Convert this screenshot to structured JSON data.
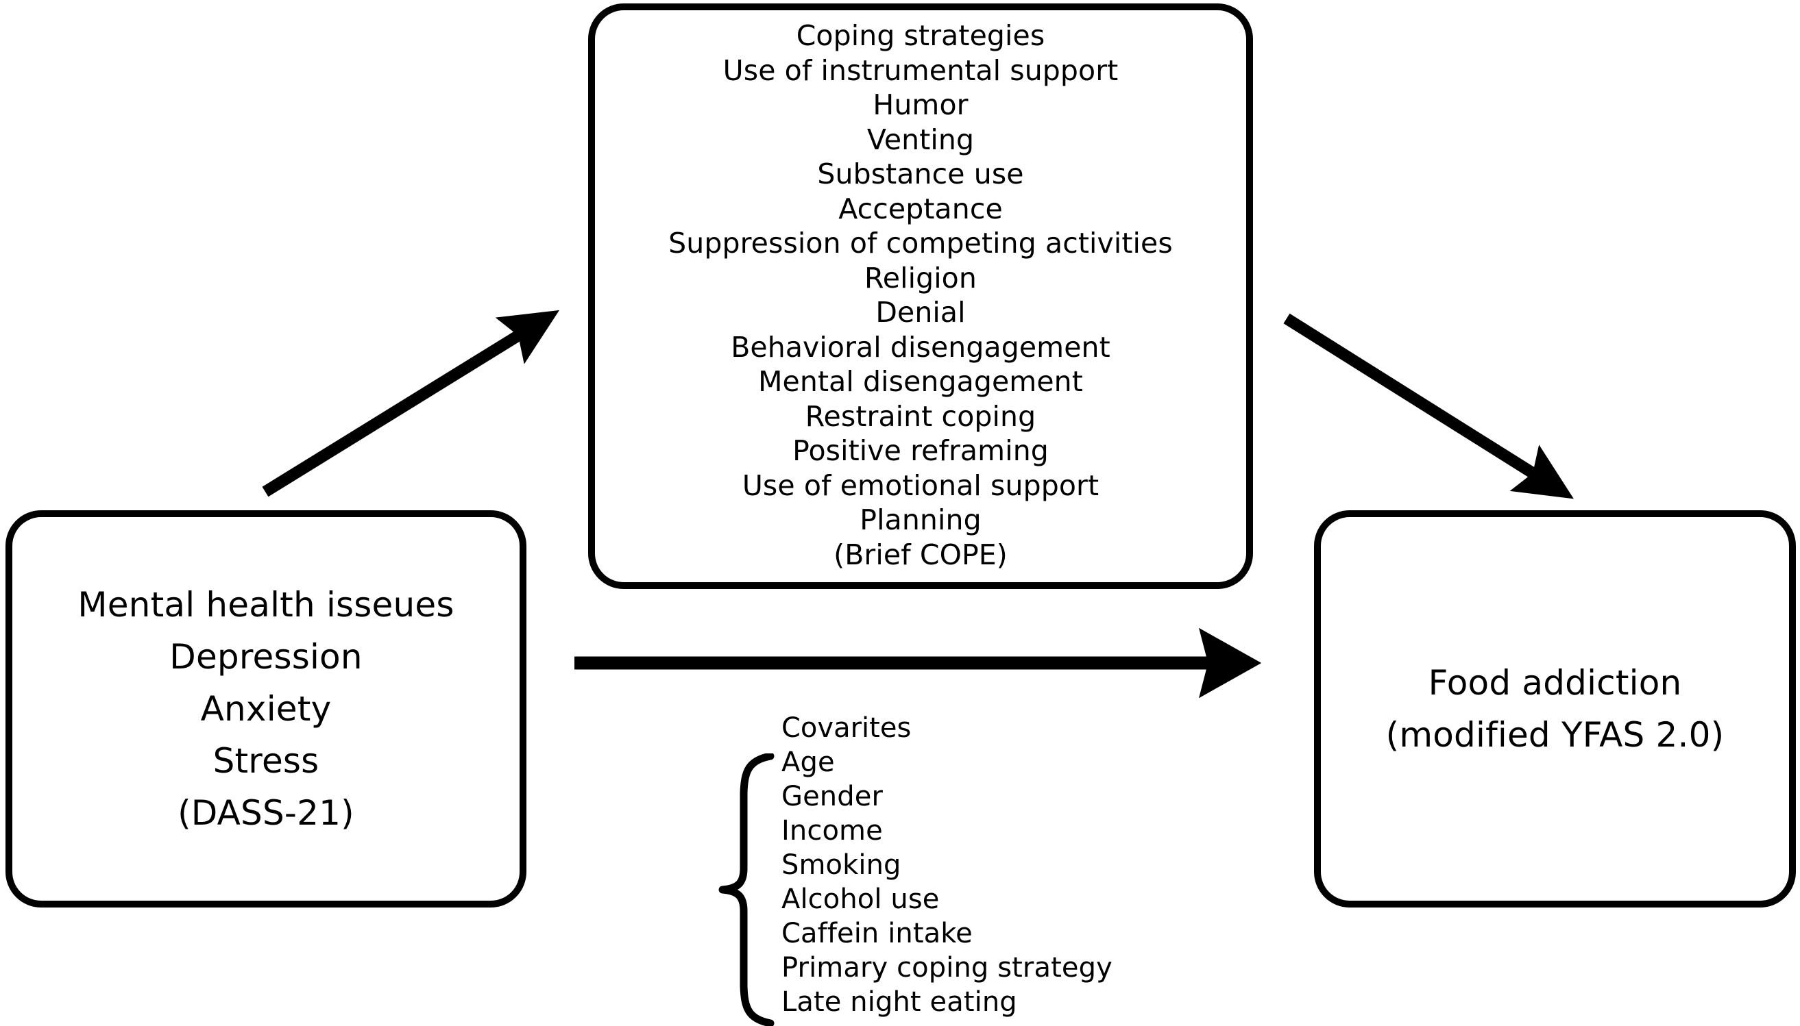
{
  "diagram": {
    "title_present": false,
    "stroke_color": "#000000",
    "background_color": "#ffffff",
    "nodes": {
      "mental_health": {
        "lines": [
          "Mental health isseues",
          "Depression",
          "Anxiety",
          "Stress",
          "(DASS-21)"
        ]
      },
      "coping": {
        "lines": [
          "Coping strategies",
          "Use of instrumental support",
          "Humor",
          "Venting",
          "Substance use",
          "Acceptance",
          "Suppression of competing activities",
          "Religion",
          "Denial",
          "Behavioral disengagement",
          "Mental disengagement",
          "Restraint coping",
          "Positive reframing",
          "Use of emotional support",
          "Planning",
          "(Brief COPE)"
        ]
      },
      "food_addiction": {
        "lines": [
          "Food addiction",
          "(modified YFAS 2.0)"
        ]
      }
    },
    "covariates": {
      "title": "Covarites",
      "items": [
        "Age",
        "Gender",
        "Income",
        "Smoking",
        "Alcohol use",
        "Caffein intake",
        "Primary coping strategy",
        "Late night eating"
      ]
    },
    "arrows": [
      {
        "name": "mental-health-to-coping",
        "direction": "up-right"
      },
      {
        "name": "coping-to-food-addiction",
        "direction": "down-right"
      },
      {
        "name": "mental-health-to-food-addiction",
        "direction": "right"
      }
    ]
  }
}
